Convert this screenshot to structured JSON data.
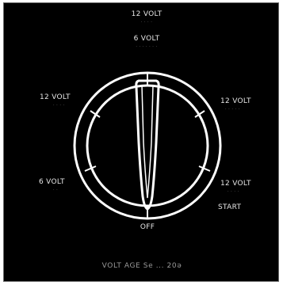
{
  "dial": {
    "settings": [
      {
        "label": "12 VOLT",
        "sublabel": "· · · ·"
      },
      {
        "label": "6 VOLT",
        "sublabel": "· · · · · · ·"
      },
      {
        "label": "12 VOLT",
        "sublabel": "· · · ·"
      },
      {
        "label": "12 VOLT",
        "sublabel": "· · · · ·"
      },
      {
        "label": "12 VOLT",
        "sublabel": "· · · ·"
      },
      {
        "label": "START"
      },
      {
        "label": "OFF"
      },
      {
        "label": "6 VOLT",
        "sublabel": "· ·"
      }
    ],
    "selected": "OFF"
  },
  "footer": {
    "text": "VOLT AGE Se ... 20ə"
  },
  "colors": {
    "background": "#000000",
    "ring": "#ffffff",
    "knob": "#ffffff",
    "label": "#e6e6e6"
  }
}
